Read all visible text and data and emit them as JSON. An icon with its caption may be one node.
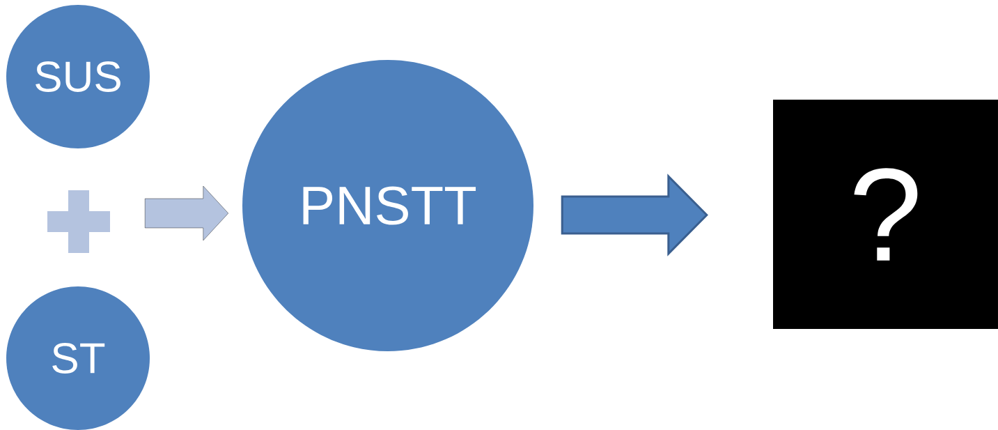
{
  "diagram": {
    "nodes": [
      {
        "text": [
          "SUS"
        ]
      },
      {
        "text": [],
        "shape": "plus"
      },
      {
        "text": [
          "ST"
        ]
      },
      {
        "text": [
          "PNSTT"
        ]
      },
      {
        "text": [
          "?"
        ]
      }
    ],
    "edges": [
      {
        "from": 1,
        "to": 3,
        "arrow": "to",
        "color": "#b4c3df"
      },
      {
        "from": 3,
        "to": 4,
        "arrow": "to"
      }
    ]
  }
}
